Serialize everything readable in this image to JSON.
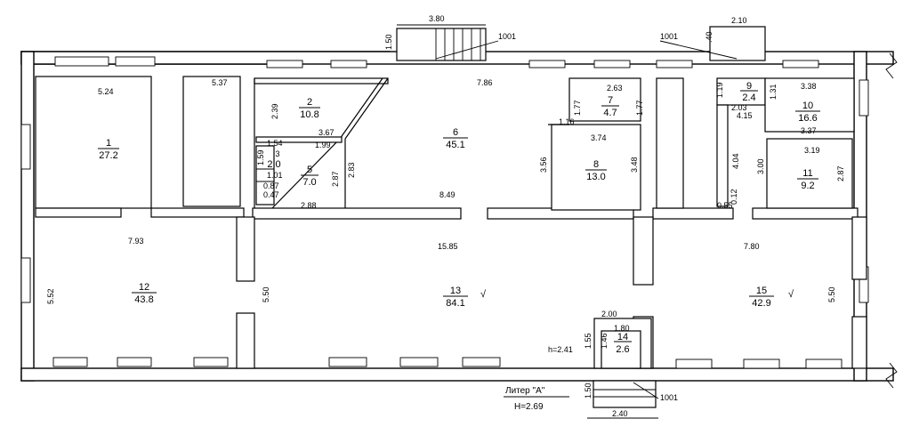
{
  "rooms": [
    {
      "num": "1",
      "area": "27.2"
    },
    {
      "num": "2",
      "area": "10.8"
    },
    {
      "num": "3",
      "area": "2.0"
    },
    {
      "num": "5",
      "area": "7.0"
    },
    {
      "num": "6",
      "area": "45.1"
    },
    {
      "num": "7",
      "area": "4.7"
    },
    {
      "num": "8",
      "area": "13.0"
    },
    {
      "num": "9",
      "area": "2.4"
    },
    {
      "num": "10",
      "area": "16.6"
    },
    {
      "num": "11",
      "area": "9.2"
    },
    {
      "num": "12",
      "area": "43.8"
    },
    {
      "num": "13",
      "area": "84.1"
    },
    {
      "num": "14",
      "area": "2.6"
    },
    {
      "num": "15",
      "area": "42.9"
    }
  ],
  "dims": {
    "d380": "3.80",
    "d150a": "1.50",
    "d1001a": "1001",
    "d1001b": "1001",
    "d1001c": "1001",
    "d210": "2.10",
    "d040": ".40",
    "d524": "5.24",
    "d537": "5.37",
    "d239": "2.39",
    "d786": "7.86",
    "d263": "2.63",
    "d177a": "1.77",
    "d177b": "1.77",
    "d116": "1.16",
    "d119": "1.19",
    "d131": "1.31",
    "d203": "2.03",
    "d415": "4.15",
    "d338": "3.38",
    "d337": "3.37",
    "d367": "3.67",
    "d154": "1.54",
    "d199": "1.99",
    "d374": "3.74",
    "d319": "3.19",
    "d159": "1.59",
    "d101": "1.01",
    "d087": "0.87",
    "d047": "0.47",
    "d356": "3.56",
    "d348": "3.48",
    "d404": "4.04",
    "d300": "3.00",
    "d287a": "2.87",
    "d287b": "2.87",
    "d283": "2.83",
    "d288": "2.88",
    "d849": "8.49",
    "d055": "0.55",
    "d012": "0.12",
    "d793": "7.93",
    "d1585": "15.85",
    "d780": "7.80",
    "d552": "5.52",
    "d550a": "5.50",
    "d550b": "5.50",
    "d200": "2.00",
    "d180": "1.80",
    "d155": "1.55",
    "d146": "1.46",
    "dh241": "h=2.41",
    "d150b": "1.50",
    "d240": "2.40"
  },
  "marks": {
    "check1": "√",
    "check2": "√"
  },
  "litera": {
    "title": "Литер \"А\"",
    "height": "H=2.69"
  }
}
